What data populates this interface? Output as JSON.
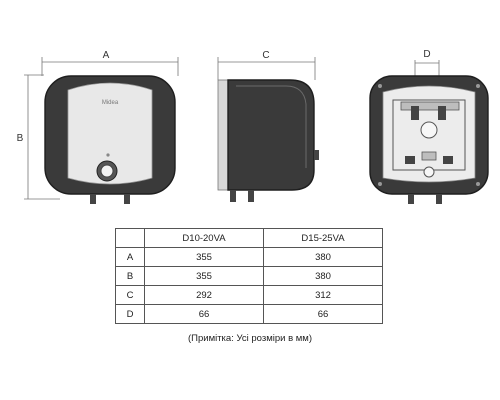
{
  "diagram": {
    "logo": "Midea",
    "dim_labels": {
      "front_width": "A",
      "front_height": "B",
      "side_depth": "C",
      "rear_spacing": "D"
    }
  },
  "table": {
    "headers": [
      "",
      "D10-20VA",
      "D15-25VA"
    ],
    "rows": [
      {
        "label": "A",
        "values": [
          "355",
          "380"
        ]
      },
      {
        "label": "B",
        "values": [
          "355",
          "380"
        ]
      },
      {
        "label": "C",
        "values": [
          "292",
          "312"
        ]
      },
      {
        "label": "D",
        "values": [
          "66",
          "66"
        ]
      }
    ]
  },
  "note": "(Примітка: Усі розміри в мм)",
  "colors": {
    "body": "#3a3a3a",
    "line": "#666666",
    "panel": "#e8e8e8"
  }
}
